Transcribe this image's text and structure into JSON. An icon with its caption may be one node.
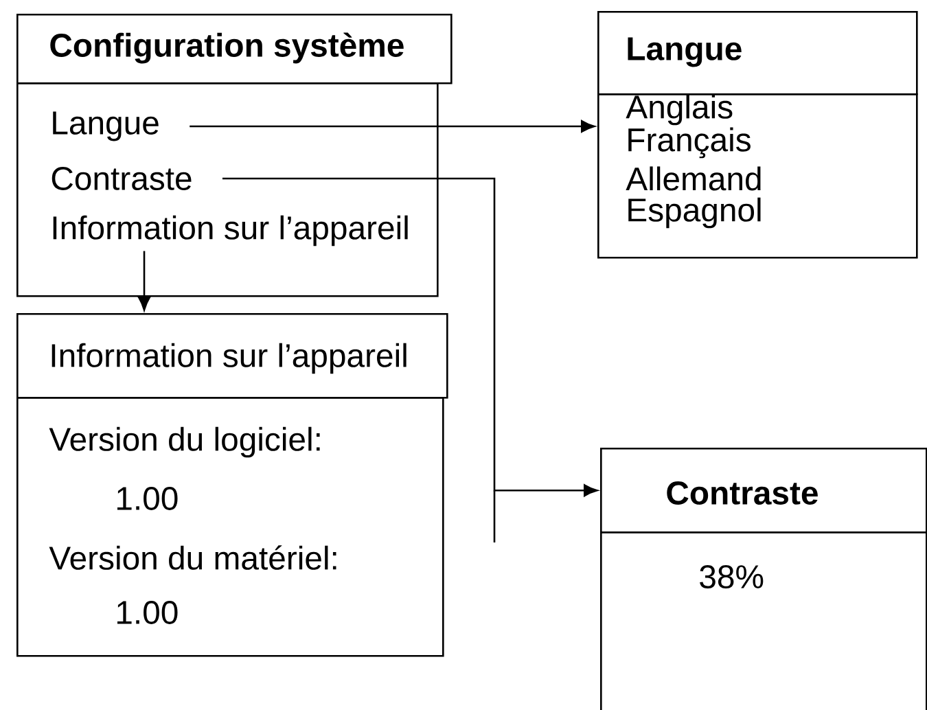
{
  "diagram": {
    "nodes": [
      {
        "text": [
          "Configuration système"
        ]
      },
      {
        "text": [],
        "shape": "box"
      },
      {
        "text": [
          "Langue"
        ],
        "in": 1
      },
      {
        "text": [
          "Contraste"
        ],
        "in": 1
      },
      {
        "text": [
          "Information sur l’appareil"
        ],
        "in": 1
      },
      {
        "text": [
          "Langue"
        ]
      },
      {
        "text": [
          "Anglais",
          "Français",
          "Allemand",
          "Espagnol"
        ]
      },
      {
        "text": [
          "Information sur l’appareil"
        ]
      },
      {
        "text": [
          "Version du logiciel:",
          "1.00",
          "Version du matériel:",
          "1.00"
        ]
      },
      {
        "text": [
          "Contraste"
        ]
      },
      {
        "text": [
          "38%"
        ]
      }
    ],
    "edges": [
      {
        "from": 2,
        "to": 6,
        "arrow": "to"
      },
      {
        "from": 3,
        "to": 9,
        "arrow": "to"
      },
      {
        "from": 4,
        "to": 7,
        "arrow": "to"
      }
    ]
  }
}
